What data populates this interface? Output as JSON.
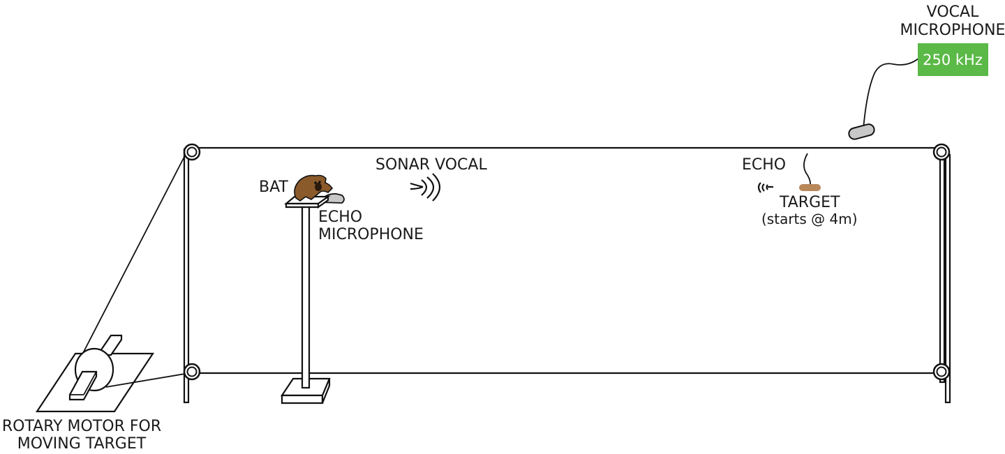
{
  "labels": {
    "vocal_mic_line1": "VOCAL",
    "vocal_mic_line2": "MICROPHONE",
    "frequency_badge": "250 kHz",
    "sonar_vocal": "SONAR VOCAL",
    "bat": "BAT",
    "echo_mic_line1": "ECHO",
    "echo_mic_line2": "MICROPHONE",
    "echo": "ECHO",
    "target": "TARGET",
    "target_start": "(starts @ 4m)",
    "motor_line1": "ROTARY MOTOR FOR",
    "motor_line2": "MOVING TARGET"
  },
  "colors": {
    "badge_green": "#5bb947",
    "bat_brown": "#8b5a2b",
    "target_brown": "#b8875a",
    "mic_gray": "#c8c8c8"
  },
  "icons": {
    "sonar_waves": "sound-waves-right",
    "echo_waves": "sound-waves-left"
  }
}
